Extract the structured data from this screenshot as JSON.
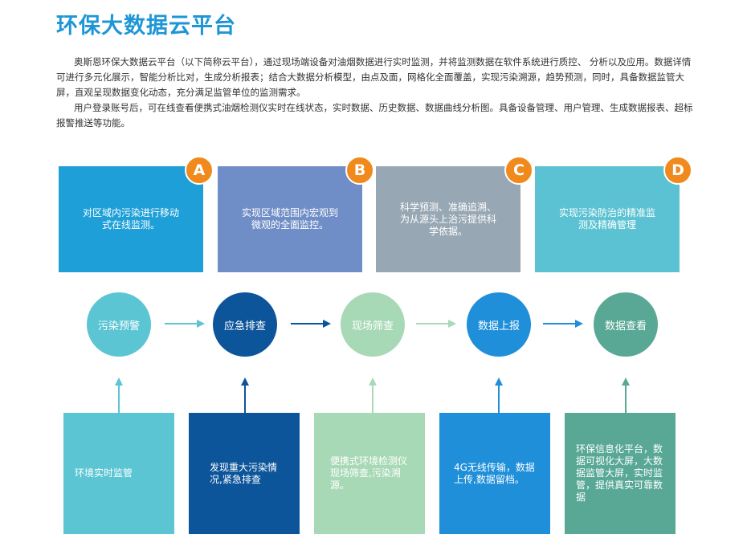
{
  "title": "环保大数据云平台",
  "intro": {
    "p1": "奥斯恩环保大数据云平台（以下简称云平台），通过现场端设备对油烟数据进行实时监测，并将监测数据在软件系统进行质控、 分析以及应用。数据详情可进行多元化展示，智能分析比对，生成分析报表；结合大数据分析模型，由点及面，网格化全面覆盖，实现污染溯源，趋势预测，同时，具备数据监管大屏，直观呈现数据变化动态，充分满足监管单位的监测需求。",
    "p2": "用户登录账号后，可在线查看便携式油烟检测仪实时在线状态，实时数据、历史数据、数据曲线分析图。具备设备管理、用户管理、生成数据报表、超标报警推送等功能。"
  },
  "cards": [
    {
      "badge": "A",
      "text": "对区域内污染进行移动式在线监测。",
      "color": "#1e9fd8"
    },
    {
      "badge": "B",
      "text": "实现区域范围内宏观到微观的全面监控。",
      "color": "#6f8dc6"
    },
    {
      "badge": "C",
      "text": "科学预测、准确追溯、为从源头上治污提供科学依据。",
      "color": "#97a7b3"
    },
    {
      "badge": "D",
      "text": "实现污染防治的精准监测及精确管理",
      "color": "#5bc2d3"
    }
  ],
  "badge_color": "#f08a1c",
  "steps": [
    {
      "label": "污染预警",
      "color": "#5bc5d4"
    },
    {
      "label": "应急排查",
      "color": "#0d559b"
    },
    {
      "label": "现场筛查",
      "color": "#a8d9b6"
    },
    {
      "label": "数据上报",
      "color": "#1f8fda"
    },
    {
      "label": "数据查看",
      "color": "#58a895"
    }
  ],
  "details": [
    {
      "text": "环境实时监管",
      "color": "#5bc5d4"
    },
    {
      "text": "发现重大污染情况,紧急排查",
      "color": "#0d559b"
    },
    {
      "text": "便携式环境检测仪现场筛查,污染溯源。",
      "color": "#a8d9b6"
    },
    {
      "text": "4G无线传输，数据上传,数据留档。",
      "color": "#1f8fda"
    },
    {
      "text": "环保信息化平台，数据可视化大屏，大数据监管大屏，实时监管，提供真实可靠数据",
      "color": "#58a895"
    }
  ]
}
